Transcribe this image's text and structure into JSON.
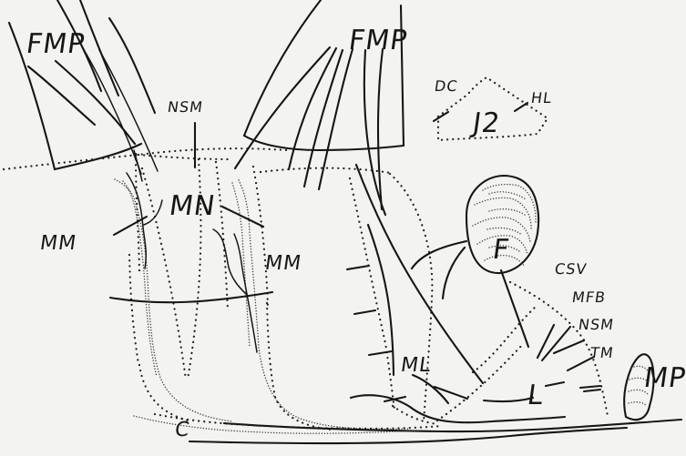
{
  "labels": {
    "fmp_left": "FMP",
    "fmp_right": "FMP",
    "nsm_top": "NSM",
    "j2": "J2",
    "dc": "DC",
    "hl": "HL",
    "mn": "MN",
    "mm_left": "MM",
    "mm_right": "MM",
    "f": "F",
    "csv": "CSV",
    "mfb": "MFB",
    "nsm_right": "NSM",
    "tm": "TM",
    "mp": "MP",
    "ml": "ML",
    "l": "L",
    "c": "C"
  }
}
